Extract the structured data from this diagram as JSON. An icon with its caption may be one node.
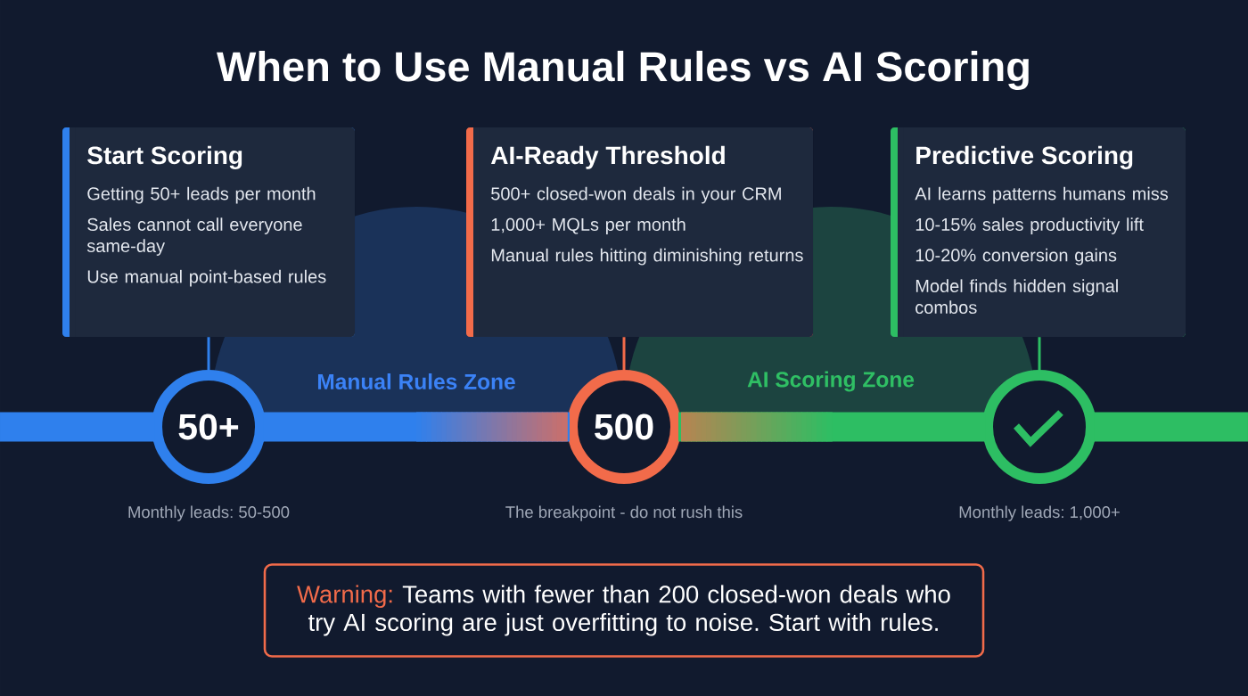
{
  "diagram": {
    "title": "When to Use Manual Rules vs AI Scoring",
    "nodes": [
      {
        "text": [
          "Start Scoring",
          "Getting 50+ leads per month",
          "Sales cannot call everyone same-day",
          "Use manual point-based rules"
        ]
      },
      {
        "text": [
          "AI-Ready Threshold",
          "500+ closed-won deals in your CRM",
          "1,000+ MQLs per month",
          "Manual rules hitting diminishing returns"
        ]
      },
      {
        "text": [
          "Predictive Scoring",
          "AI learns patterns humans miss",
          "10-15% sales productivity lift",
          "10-20% conversion gains",
          "Model finds hidden signal combos"
        ]
      },
      {
        "text": [
          "Manual Rules Zone"
        ]
      },
      {
        "text": [
          "AI Scoring Zone"
        ]
      },
      {
        "text": [
          "50+"
        ],
        "beside": [
          "Monthly leads: 50-500"
        ]
      },
      {
        "text": [
          "500"
        ],
        "beside": [
          "The breakpoint - do not rush this"
        ]
      },
      {
        "text": [],
        "shape": "circle",
        "beside": [
          "Monthly leads: 1,000+"
        ]
      },
      {
        "text": [
          "Warning:",
          "Teams with fewer than 200 closed-won deals who try AI scoring are just overfitting to noise. Start with rules."
        ]
      }
    ],
    "edges": [
      {
        "from": 0,
        "to": 5,
        "arrow": "none",
        "color": "#2f80ed"
      },
      {
        "from": 1,
        "to": 6,
        "arrow": "none",
        "color": "#f26b4a"
      },
      {
        "from": 2,
        "to": 7,
        "arrow": "none",
        "color": "#2dbe63"
      },
      {
        "from": null,
        "to": 5,
        "arrow": "none",
        "style": "thick",
        "color": "#2f80ed"
      },
      {
        "from": 5,
        "to": 6,
        "arrow": "none",
        "style": "thick",
        "color": "#2f80ed"
      },
      {
        "from": 6,
        "to": 7,
        "arrow": "none",
        "style": "thick",
        "color": "#2dbe63"
      },
      {
        "from": 7,
        "to": null,
        "arrow": "none",
        "style": "thick",
        "color": "#2dbe63"
      }
    ]
  }
}
